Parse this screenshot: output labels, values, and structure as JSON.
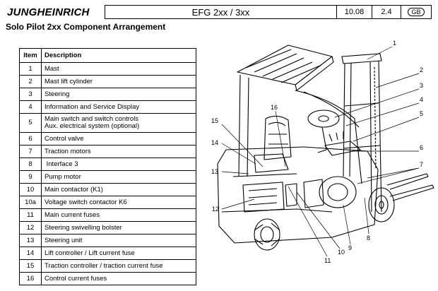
{
  "header": {
    "logo": "JUNGHEINRICH",
    "model": "EFG 2xx / 3xx",
    "date": "10.08",
    "page": "2.4",
    "lang": "GB"
  },
  "subtitle": "Solo Pilot 2xx Component Arrangement",
  "table": {
    "col_item": "Item",
    "col_desc": "Description",
    "rows": [
      {
        "item": "1",
        "desc": "Mast"
      },
      {
        "item": "2",
        "desc": "Mast lift cylinder"
      },
      {
        "item": "3",
        "desc": "Steering"
      },
      {
        "item": "4",
        "desc": "Information and Service Display"
      },
      {
        "item": "5",
        "desc": "Main switch and switch controls",
        "desc2": "Aux. electrical system (optional)"
      },
      {
        "item": "6",
        "desc": "Control valve"
      },
      {
        "item": "7",
        "desc": "Traction motors"
      },
      {
        "item": "8",
        "desc": " Interface 3"
      },
      {
        "item": "9",
        "desc": "Pump motor"
      },
      {
        "item": "10",
        "desc": "Main contactor (K1)"
      },
      {
        "item": "10a",
        "desc": "Voltage switch contactor K6"
      },
      {
        "item": "11",
        "desc": "Main current fuses"
      },
      {
        "item": "12",
        "desc": "Steering swivelling bolster"
      },
      {
        "item": "13",
        "desc": "Steering unit"
      },
      {
        "item": "14",
        "desc": "Lift controller / Lift current fuse"
      },
      {
        "item": "15",
        "desc": "Traction controller / traction current fuse"
      },
      {
        "item": "16",
        "desc": "Control current fuses"
      }
    ]
  },
  "callouts": [
    "1",
    "2",
    "3",
    "4",
    "5",
    "6",
    "7",
    "8",
    "9",
    "10",
    "11",
    "12",
    "13",
    "14",
    "15",
    "16"
  ]
}
